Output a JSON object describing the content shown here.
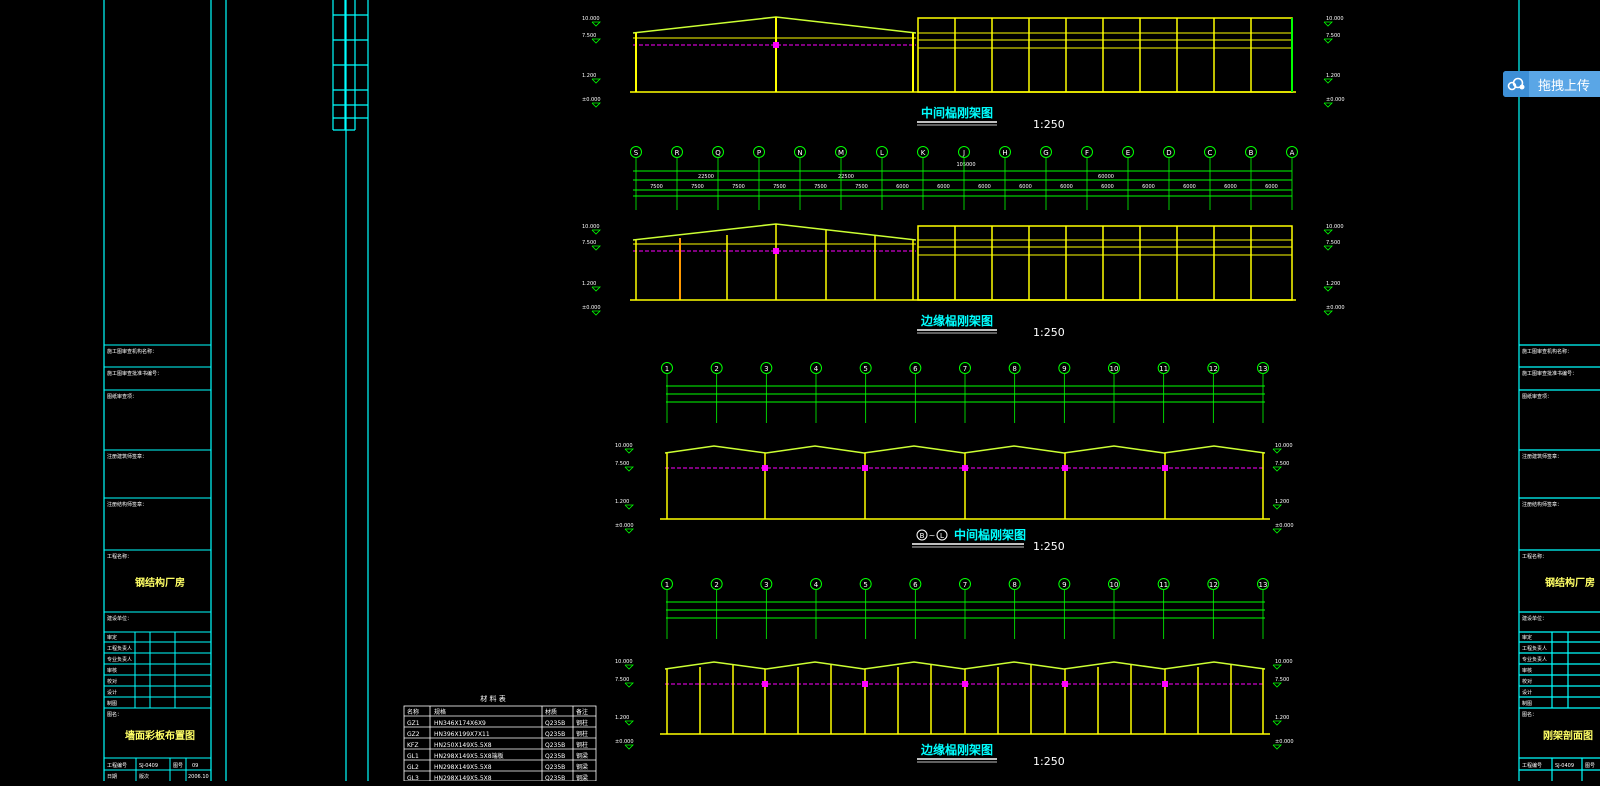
{
  "overlay": {
    "upload_label": "拖拽上传"
  },
  "left_panel": {
    "fields": [
      "施工图审查机构名称：",
      "施工图审查批准书编号：",
      "图纸审查项：",
      "注册建筑师签章：",
      "注册结构师签章：",
      "工程名称："
    ],
    "project_name": "钢结构厂房",
    "build_unit": "建设单位：",
    "sign_rows": [
      "审定",
      "工程负责人",
      "专业负责人",
      "审核",
      "校对",
      "设计",
      "制图"
    ],
    "drawing_label": "图名：",
    "drawing_name": "墙面彩板布置图",
    "footer": [
      "工程编号",
      "SJ-0409",
      "图号",
      "09",
      "日期",
      "版次",
      "2006.10"
    ]
  },
  "right_panel": {
    "fields": [
      "施工图审查机构名称：",
      "施工图审查批准书编号：",
      "图纸审查项：",
      "注册建筑师签章：",
      "注册结构师签章：",
      "工程名称："
    ],
    "project_name": "钢结构厂房",
    "build_unit": "建设单位：",
    "sign_rows": [
      "审定",
      "工程负责人",
      "专业负责人",
      "审核",
      "校对",
      "设计",
      "制图"
    ],
    "drawing_label": "图名：",
    "drawing_name": "刚架剖面图",
    "footer": [
      "工程编号",
      "SJ-0409",
      "图号"
    ]
  },
  "drawings": [
    {
      "title": "中间榀刚架图",
      "scale": "1:250"
    },
    {
      "title": "边缘榀刚架图",
      "scale": "1:250"
    },
    {
      "title": "中间榀刚架图",
      "prefix": [
        "B",
        "~",
        "L"
      ],
      "scale": "1:250"
    },
    {
      "title": "边缘榀刚架图",
      "scale": "1:250"
    }
  ],
  "axis_letters": [
    "S",
    "R",
    "Q",
    "P",
    "N",
    "M",
    "L",
    "K",
    "J",
    "H",
    "G",
    "F",
    "E",
    "D",
    "C",
    "B",
    "A"
  ],
  "axis_numbers": [
    "1",
    "2",
    "3",
    "4",
    "5",
    "6",
    "7",
    "8",
    "9",
    "10",
    "11",
    "12",
    "13"
  ],
  "elevations_left": [
    "10.000",
    "7.500",
    "1.200",
    "±0.000"
  ],
  "elevations_right": [
    "10.000",
    "7.500",
    "1.200",
    "±0.000"
  ],
  "dims_top": {
    "overall": "105000",
    "sub": [
      "22500",
      "22500",
      "60000"
    ],
    "bays": [
      "7500",
      "7500",
      "7500",
      "7500",
      "7500",
      "7500",
      "6000",
      "6000",
      "6000",
      "6000",
      "6000",
      "6000",
      "6000",
      "6000",
      "6000",
      "6000"
    ]
  },
  "material_table": {
    "title": "材 料 表",
    "headers": [
      "名称",
      "规格",
      "材质",
      "备注"
    ],
    "rows": [
      [
        "GZ1",
        "HN346X174X6X9",
        "Q235B",
        "钢柱"
      ],
      [
        "GZ2",
        "HN396X199X7X11",
        "Q235B",
        "钢柱"
      ],
      [
        "KFZ",
        "HN250X149X5.5X8",
        "Q235B",
        "钢柱"
      ],
      [
        "GL1",
        "HN298X149X5.5X8端板",
        "Q235B",
        "钢梁"
      ],
      [
        "GL2",
        "HN298X149X5.5X8",
        "Q235B",
        "钢梁"
      ],
      [
        "GL3",
        "HN298X149X5.5X8",
        "Q235B",
        "钢梁"
      ]
    ]
  },
  "colors": {
    "frame_cyan": "#00ffff",
    "structure_yellow": "#ffff00",
    "dim_green": "#00ff00",
    "beam_magenta": "#ff00ff",
    "column_orange": "#ff9900",
    "background": "#000000"
  }
}
